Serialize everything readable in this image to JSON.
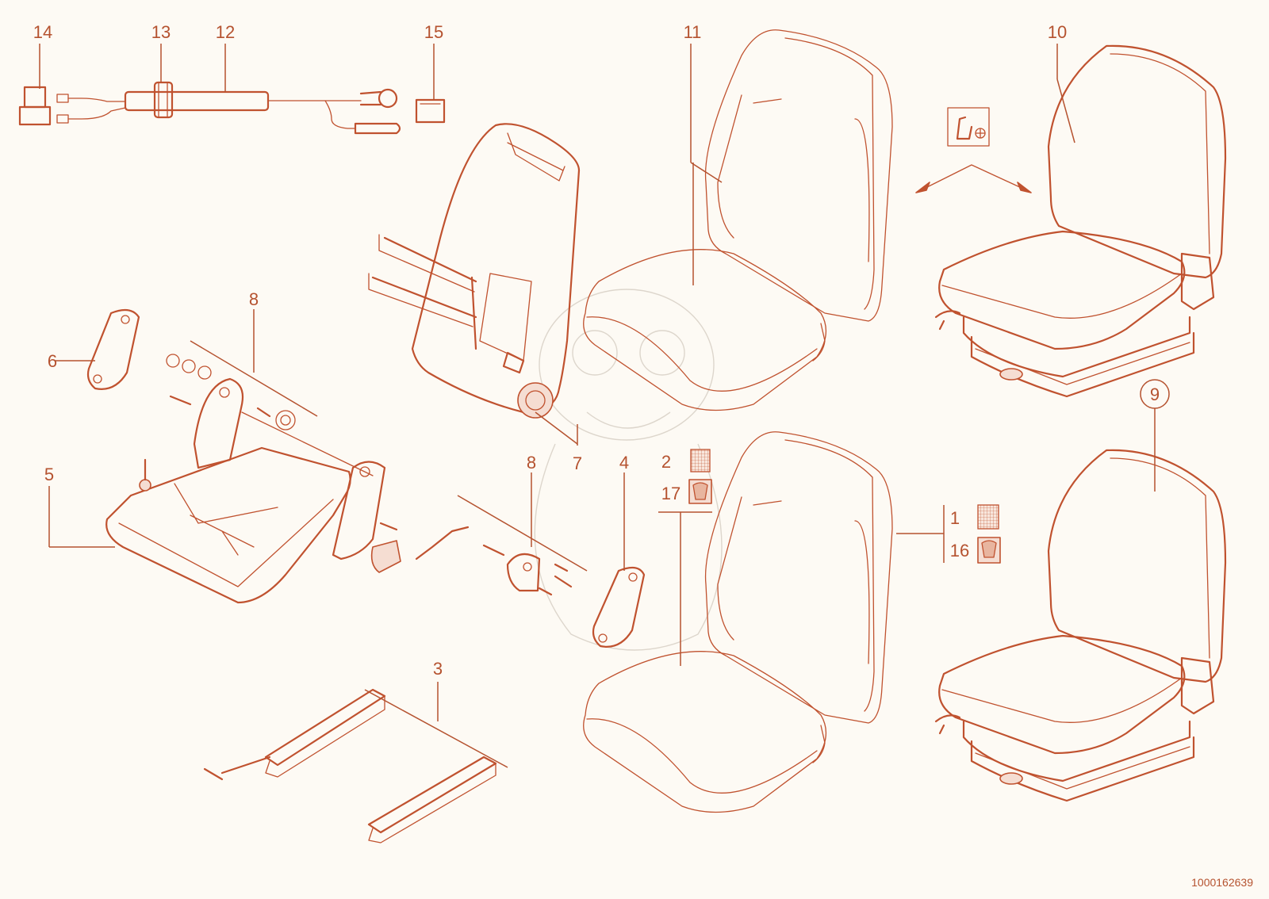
{
  "callouts": {
    "c1": "1",
    "c2": "2",
    "c3": "3",
    "c4": "4",
    "c5": "5",
    "c6": "6",
    "c7": "7",
    "c8a": "8",
    "c8b": "8",
    "c9": "9",
    "c10": "10",
    "c11": "11",
    "c12": "12",
    "c13": "13",
    "c14": "14",
    "c15": "15",
    "c16": "16",
    "c17": "17"
  },
  "legend_icons": {
    "fabric": "fabric-grid-icon",
    "leather": "leather-hide-icon",
    "climate": "seat-ventilation-icon"
  },
  "document_id": "1000162639",
  "colors": {
    "line": "#c0522f",
    "background": "#fdfaf4"
  }
}
